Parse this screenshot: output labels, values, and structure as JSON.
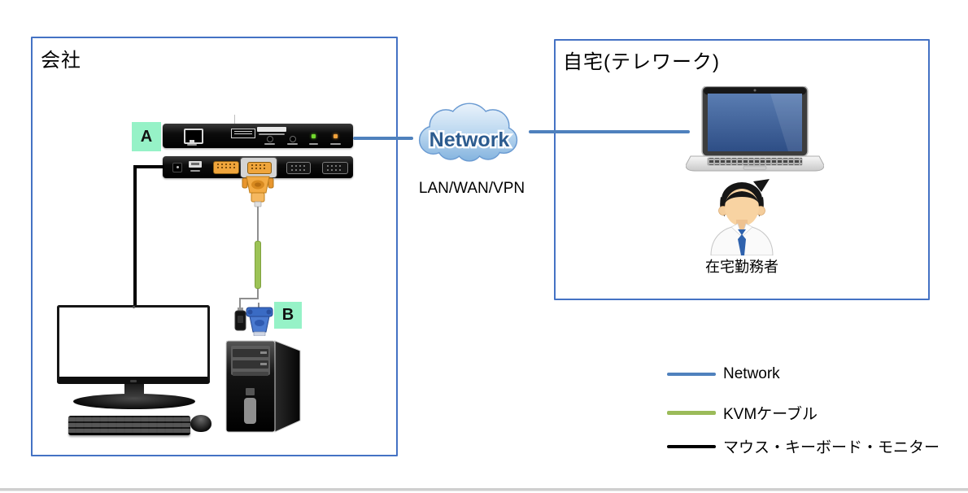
{
  "office": {
    "title": "会社",
    "marker_a": "A",
    "marker_b": "B"
  },
  "home": {
    "title": "自宅(テレワーク)",
    "worker_label": "在宅勤務者"
  },
  "network": {
    "cloud_label": "Network",
    "sub_label": "LAN/WAN/VPN"
  },
  "legend": {
    "items": [
      {
        "label": "Network",
        "color": "#4f81bd"
      },
      {
        "label": "KVMケーブル",
        "color": "#9bbb59"
      },
      {
        "label": "マウス・キーボード・モニター",
        "color": "#000000"
      }
    ]
  },
  "colors": {
    "box_border": "#4472c4",
    "network_line": "#4f81bd",
    "kvm_cable": "#9cc356",
    "peripheral_line": "#000000",
    "marker_bg": "#96f2c7",
    "cloud_text": "#2d5c8f"
  }
}
